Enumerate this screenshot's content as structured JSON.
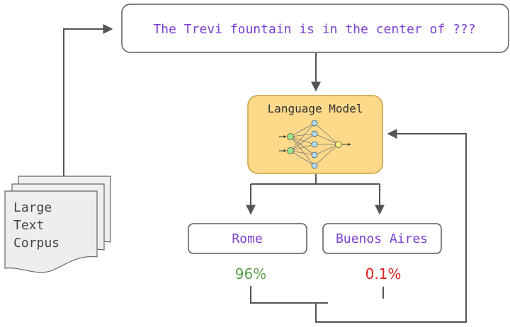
{
  "prompt": {
    "text": "The Trevi fountain is in the center of ???"
  },
  "model": {
    "label": "Language Model"
  },
  "corpus": {
    "lines": [
      "Large",
      "Text",
      "Corpus"
    ]
  },
  "outputs": [
    {
      "label": "Rome",
      "probability": "96%"
    },
    {
      "label": "Buenos Aires",
      "probability": "0.1%"
    }
  ],
  "colors": {
    "prompt_text": "#7b3fd4",
    "output_text": "#7b3fd4",
    "prob_high": "#5aa04a",
    "prob_low": "#e01f1f",
    "model_fill": "#fdd98a",
    "model_border": "#c99f3f",
    "arrow": "#555555"
  }
}
